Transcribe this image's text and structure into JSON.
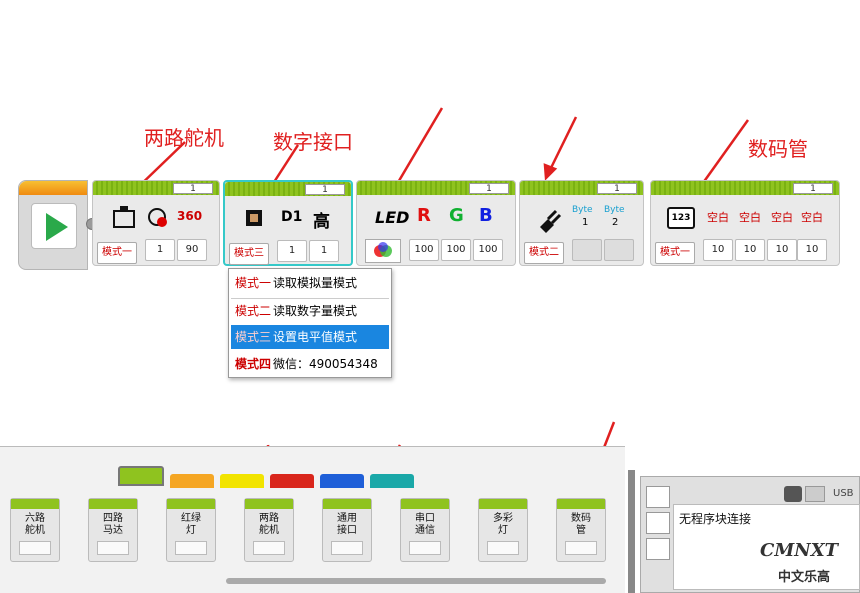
{
  "annotations": {
    "a1": "两路舵机",
    "a2": "数字接口",
    "a3": "数码管"
  },
  "blocks": {
    "servo": {
      "number": "1",
      "mode": "模式一",
      "p1": "1",
      "p2": "90",
      "label360": "360"
    },
    "digital": {
      "number": "1",
      "mode": "模式三",
      "p1": "1",
      "p2": "1",
      "label_d1": "D1",
      "label_high": "高"
    },
    "led": {
      "number": "1",
      "label": "LED",
      "r": "R",
      "g": "G",
      "b": "B",
      "v1": "100",
      "v2": "100",
      "v3": "100"
    },
    "serial": {
      "number": "1",
      "mode": "模式二",
      "byte": "Byte",
      "b1": "1",
      "b2": "2"
    },
    "segment": {
      "number": "1",
      "mode": "模式一",
      "icon": "123",
      "blank": "空白",
      "v": "10"
    }
  },
  "menu": {
    "items": [
      {
        "key": "模式一",
        "label": "读取模拟量模式"
      },
      {
        "key": "模式二",
        "label": "读取数字量模式"
      },
      {
        "key": "模式三",
        "label": "设置电平值模式"
      },
      {
        "key": "模式四",
        "label": "微信：490054348"
      }
    ]
  },
  "palette": {
    "blocks": [
      "六路\n舵机",
      "四路\n马达",
      "红绿\n灯",
      "两路\n舵机",
      "通用\n接口",
      "串口\n通信",
      "多彩\n灯",
      "数码\n管"
    ]
  },
  "panel": {
    "status": "无程序块连接",
    "usb": "USB"
  },
  "watermark": {
    "line1": "CMNXT",
    "line2": "中文乐高"
  },
  "colors": {
    "accent": "#8fc31f",
    "annot": "#e02020",
    "selected": "#1a86e0"
  }
}
